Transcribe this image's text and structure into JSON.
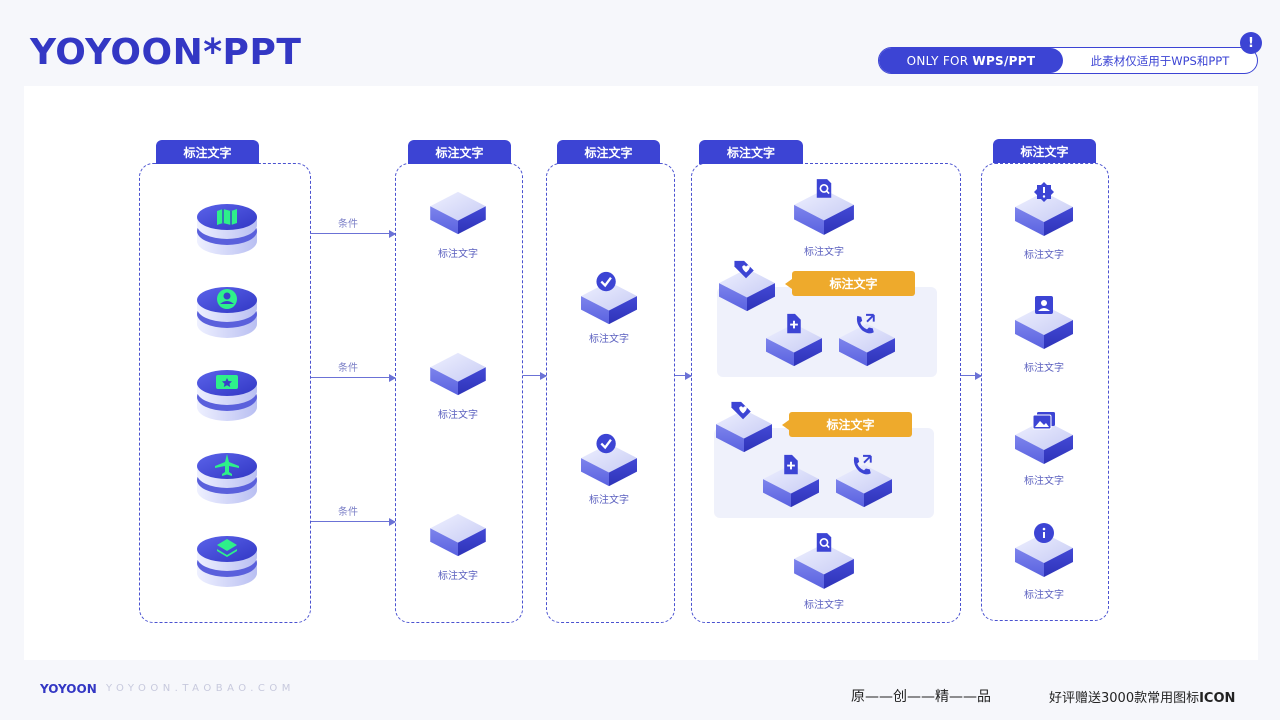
{
  "header": {
    "title": "YOYOON*PPT",
    "badge_prefix": "ONLY FOR",
    "badge_strong": "WPS/PPT",
    "badge_note": "此素材仅适用于WPS和PPT",
    "alert_glyph": "!"
  },
  "diagram": {
    "column_tabs": [
      "标注文字",
      "标注文字",
      "标注文字",
      "标注文字",
      "标注文字"
    ],
    "conditions": [
      "条件",
      "条件",
      "条件"
    ],
    "col2_labels": [
      "标注文字",
      "标注文字",
      "标注文字"
    ],
    "col3_labels": [
      "标注文字",
      "标注文字"
    ],
    "col4_top_label": "标注文字",
    "col4_bottom_label": "标注文字",
    "callouts": [
      "标注文字",
      "标注文字"
    ],
    "col5_labels": [
      "标注文字",
      "标注文字",
      "标注文字",
      "标注文字"
    ],
    "col1_icons": [
      "map-icon",
      "user-pin-icon",
      "ticket-icon",
      "airplane-icon",
      "layers-icon"
    ],
    "col5_icons": [
      "alert-badge-icon",
      "contact-icon",
      "gallery-icon",
      "info-icon"
    ],
    "colors": {
      "primary": "#3c44d4",
      "accent_green": "#2ef08a",
      "callout": "#eeaa2c"
    }
  },
  "footer": {
    "brand": "YOYOON",
    "url": "YOYOON.TAOBAO.COM",
    "slogan": "原——创——精——品",
    "gift_prefix": "好评赠送3000款常用图标",
    "gift_strong": "ICON"
  }
}
